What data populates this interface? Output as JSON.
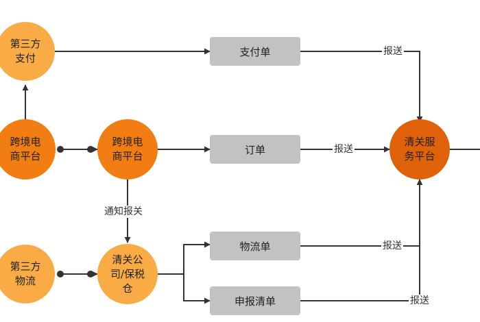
{
  "colors": {
    "line": "#333333",
    "circle_light": "#f9ab45",
    "circle_dark": "#f27d12",
    "circle_deep": "#df620b",
    "box": "#c2c2c2"
  },
  "nodes": {
    "third_party_pay": [
      "第三方",
      "支付"
    ],
    "cbec_platform_a": [
      "跨境电",
      "商平台"
    ],
    "cbec_platform_b": [
      "跨境电",
      "商平台"
    ],
    "third_party_logistics": [
      "第三方",
      "物流"
    ],
    "customs_company": [
      "清关公",
      "司/保税",
      "仓"
    ],
    "customs_service": [
      "清关服",
      "务平台"
    ],
    "payment_order": "支付单",
    "order": "订单",
    "logistics_order": "物流单",
    "declaration_list": "申报清单"
  },
  "edge_labels": {
    "notify_customs": "通知报关",
    "report_payment": "报送",
    "report_order": "报送",
    "report_logistics": "报送",
    "report_declaration": "报送"
  }
}
